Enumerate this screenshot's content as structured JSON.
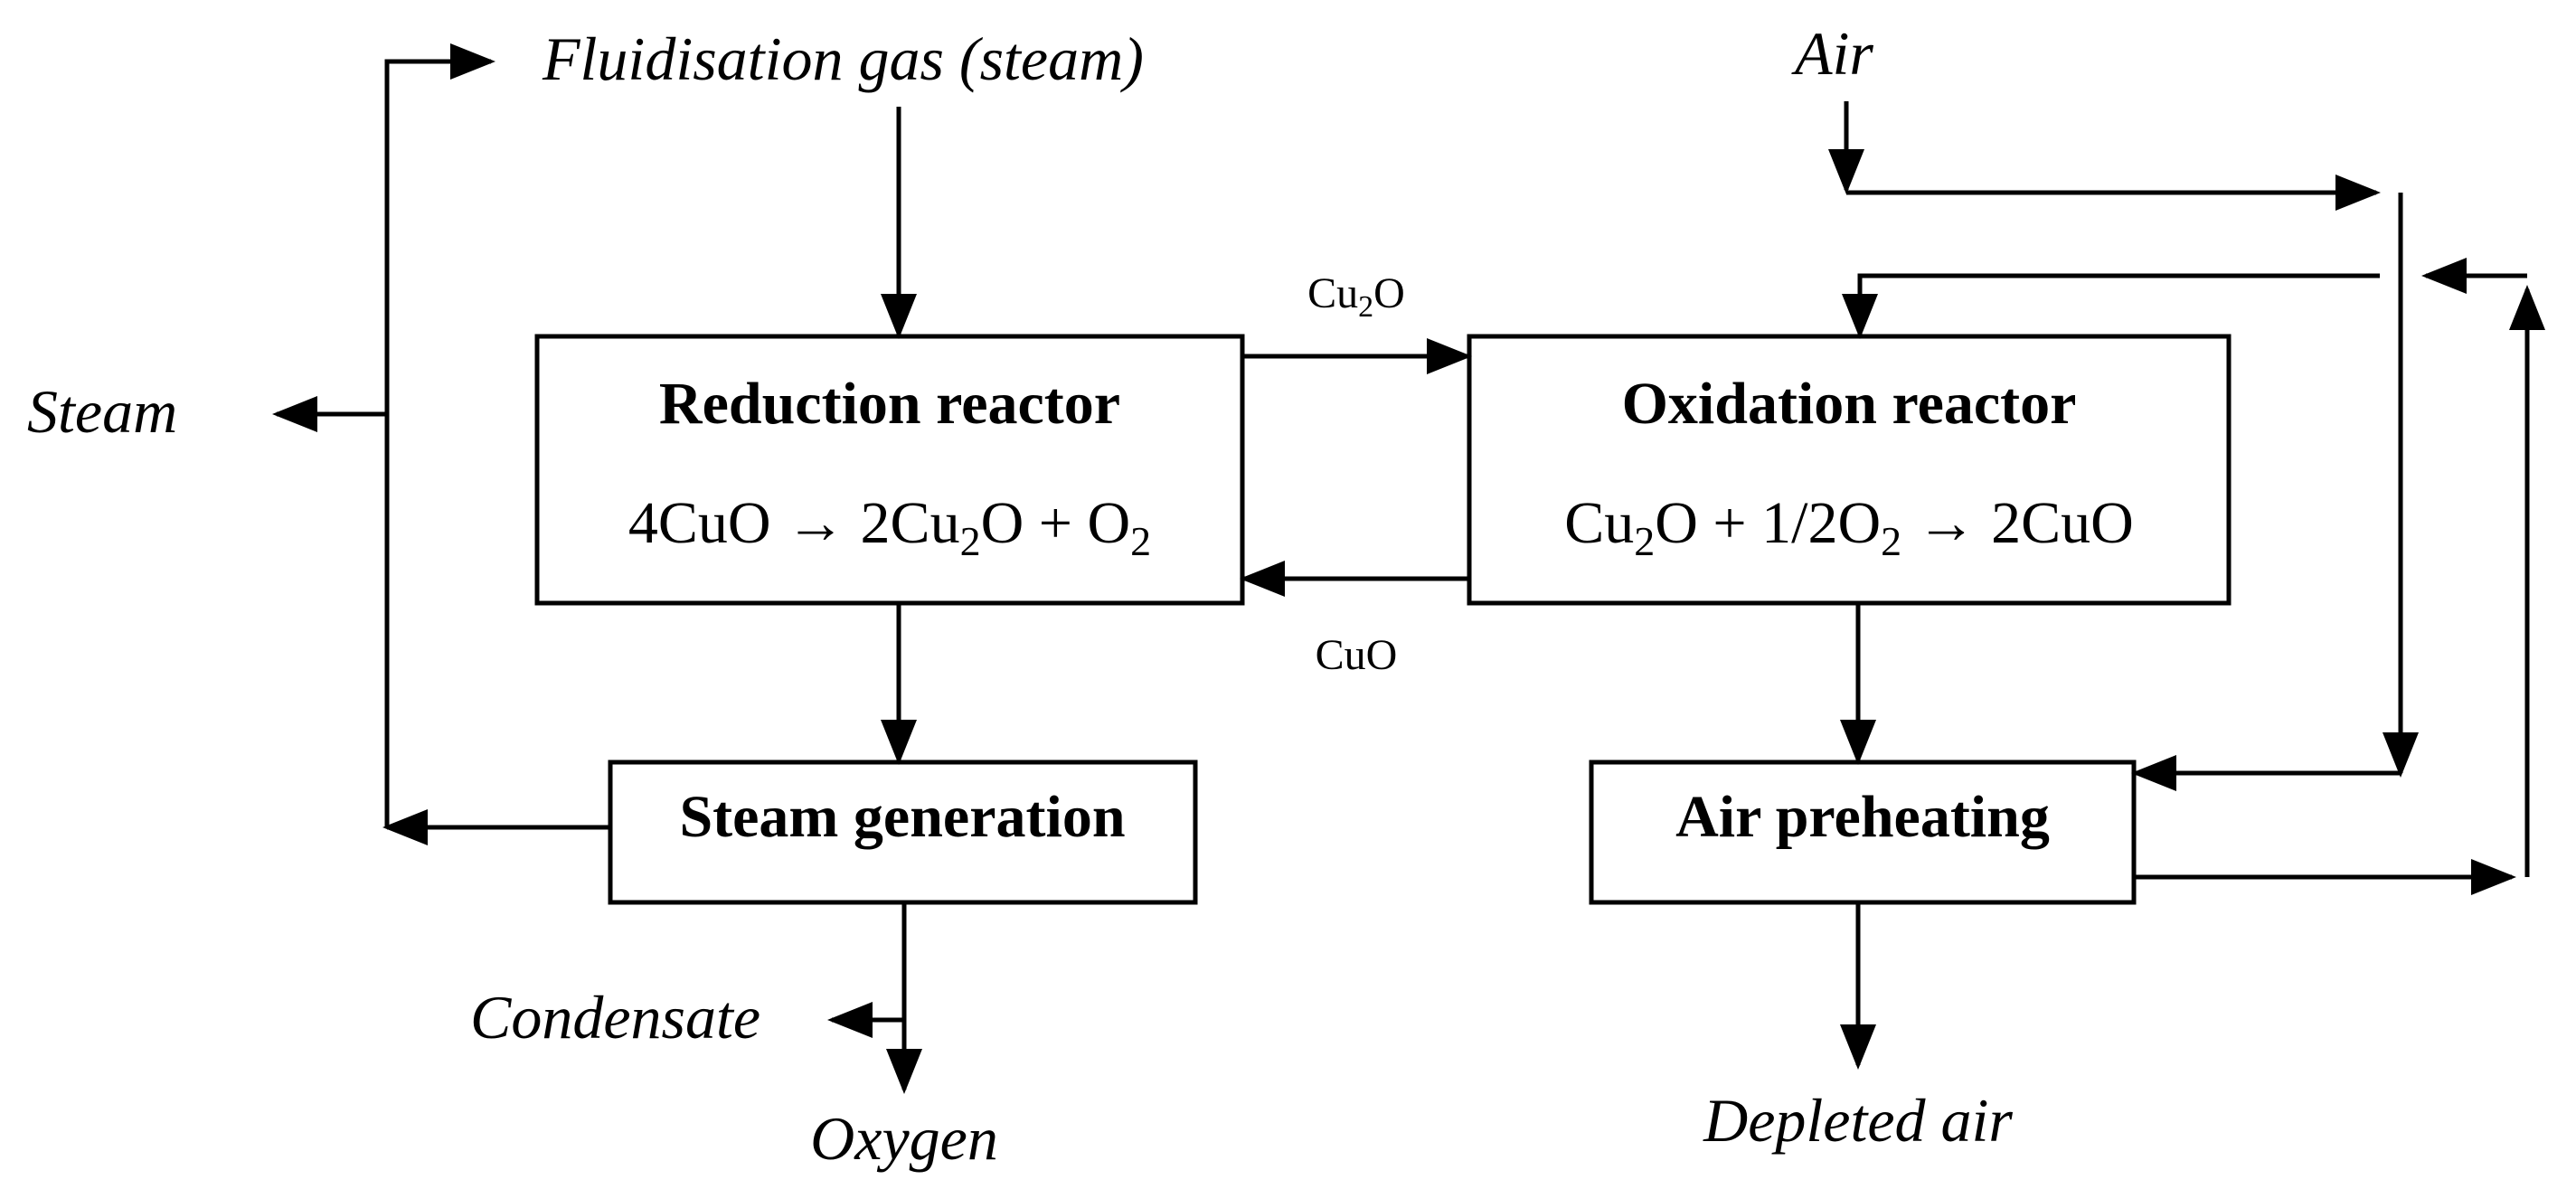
{
  "units": {
    "reduction": {
      "title": "Reduction reactor",
      "eq_lhs": "4CuO → 2Cu",
      "eq_sub1": "2",
      "eq_mid": "O + O",
      "eq_sub2": "2"
    },
    "oxidation": {
      "title": "Oxidation reactor",
      "eq_lhs": "Cu",
      "eq_sub1": "2",
      "eq_mid": "O + 1/2O",
      "eq_sub2": "2",
      "eq_rhs": " → 2CuO"
    },
    "steam_generation": {
      "title": "Steam generation"
    },
    "air_preheating": {
      "title": "Air preheating"
    }
  },
  "streams": {
    "to_oxidation": {
      "main": "Cu",
      "sub": "2",
      "tail": "O"
    },
    "to_reduction": "CuO"
  },
  "labels": {
    "fluidisation": "Fluidisation gas (steam)",
    "air": "Air",
    "steam": "Steam",
    "condensate": "Condensate",
    "oxygen": "Oxygen",
    "depleted_air": "Depleted air"
  },
  "colors": {
    "stroke": "#000000",
    "background": "#ffffff"
  }
}
